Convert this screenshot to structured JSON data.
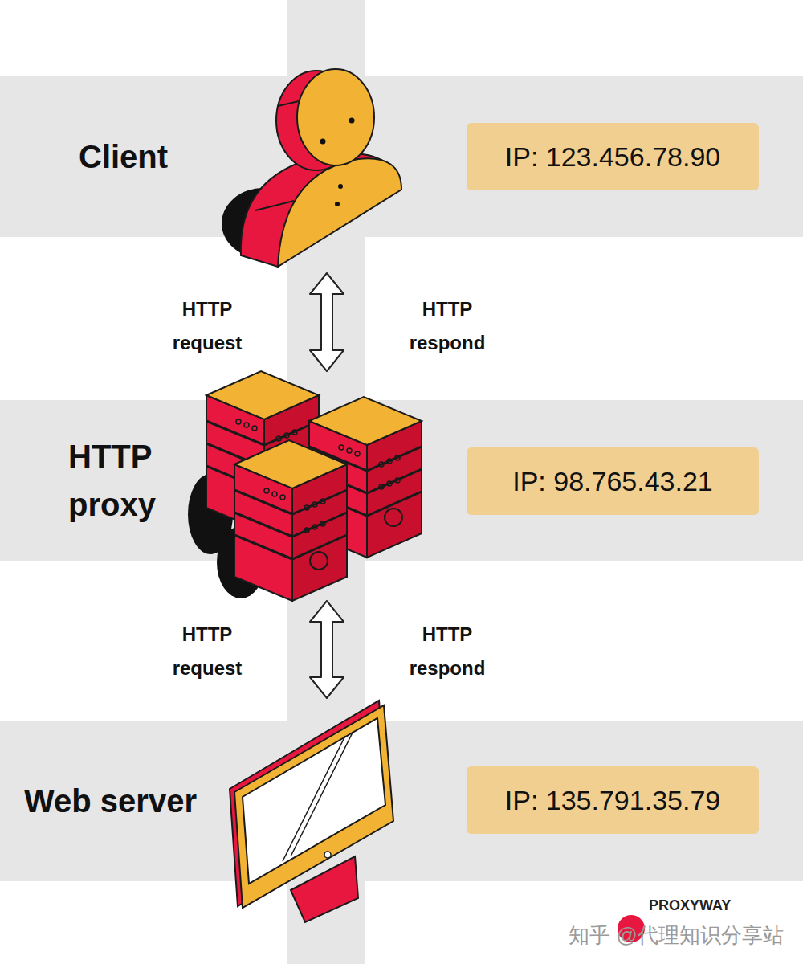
{
  "diagram": {
    "nodes": [
      {
        "text": [
          "Client"
        ]
      },
      {
        "text": [
          "IP: 123.456.78.90"
        ],
        "in": 0
      },
      {
        "text": [
          "HTTP proxy"
        ]
      },
      {
        "text": [
          "IP: 98.765.43.21"
        ],
        "in": 2
      },
      {
        "text": [
          "Web server"
        ]
      },
      {
        "text": [
          "IP: 135.791.35.79"
        ],
        "in": 4
      }
    ],
    "edges": [
      {
        "from": 0,
        "to": 2,
        "arrow": "both"
      },
      {
        "from": 2,
        "to": 4,
        "arrow": "both"
      }
    ],
    "labels": [
      "HTTP request",
      "HTTP respond",
      "HTTP request",
      "HTTP respond",
      "知乎 @代理知识分享站",
      "PROXYWAY"
    ]
  }
}
